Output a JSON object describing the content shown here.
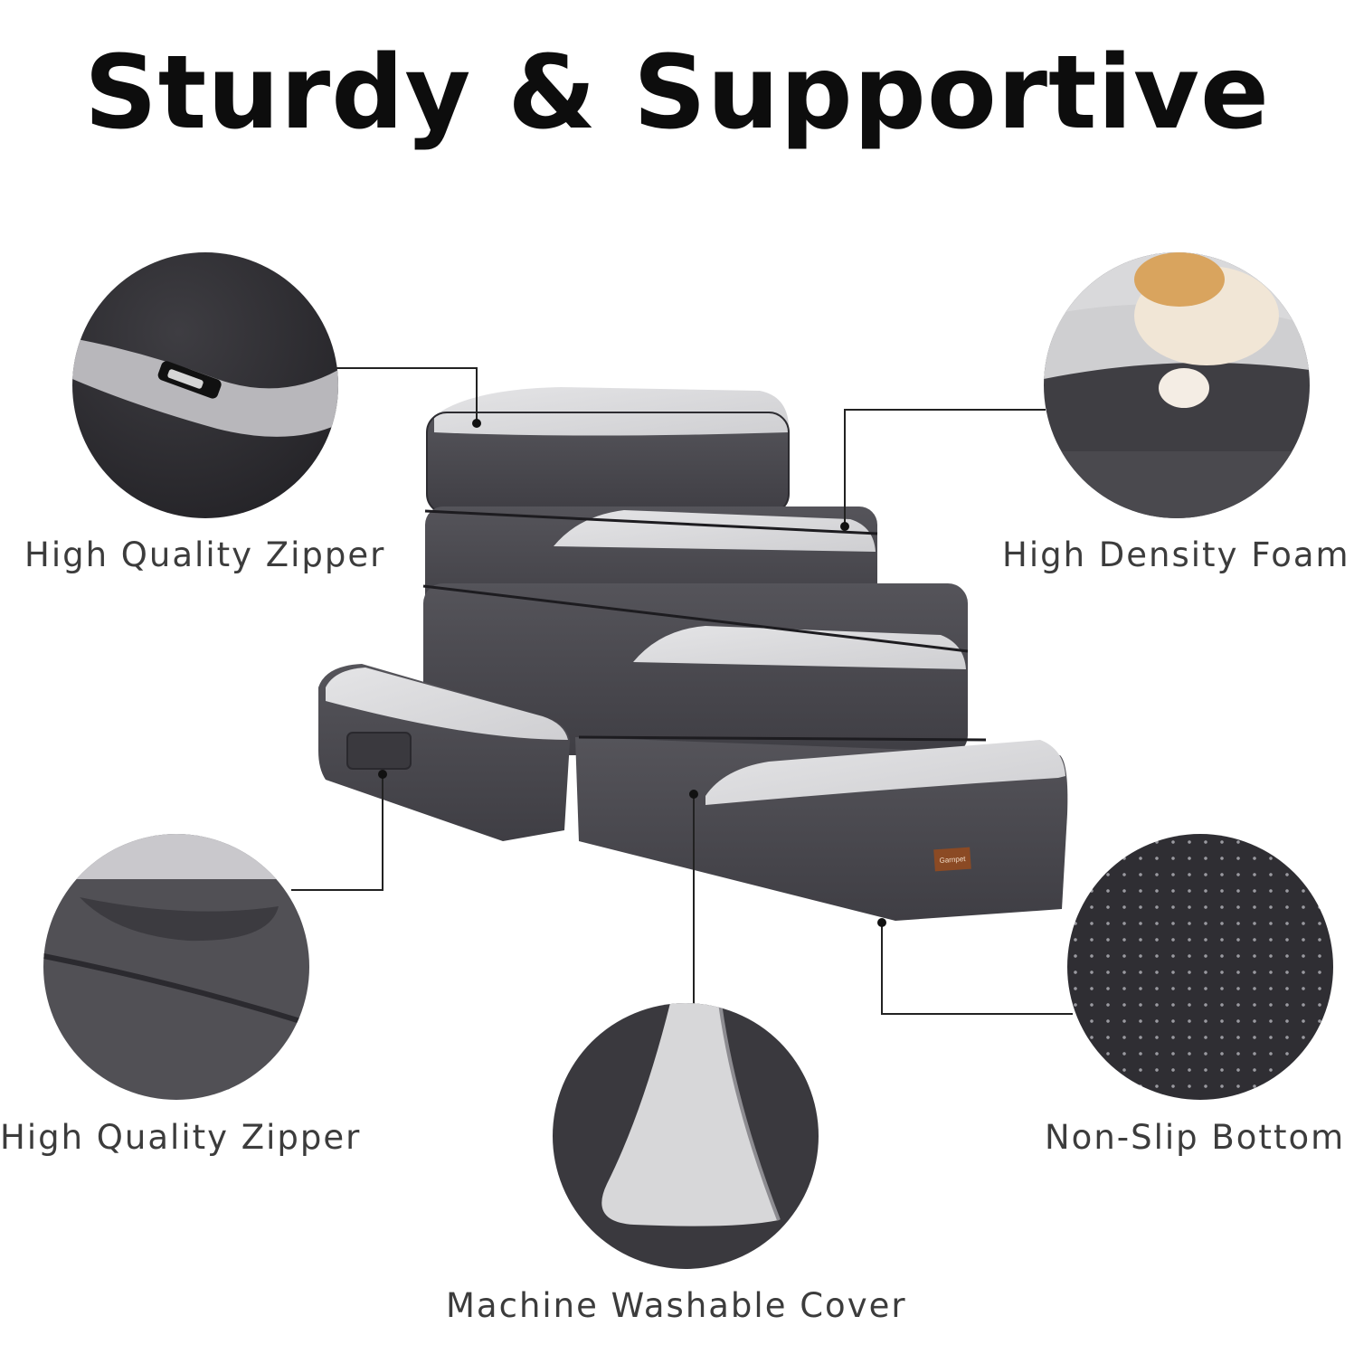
{
  "title": "Sturdy & Supportive",
  "labels": {
    "top_left": "High Quality Zipper",
    "top_right": "High Density Foam",
    "bottom_left": "High Quality Zipper",
    "bottom_right": "Non-Slip Bottom",
    "bottom_center": "Machine Washable Cover"
  },
  "brand_tag": "Garnpet",
  "colors": {
    "fabric_dark": "#4a494e",
    "foam_light": "#dcdcde",
    "text": "#3c3c3c",
    "title": "#0d0d0d"
  }
}
